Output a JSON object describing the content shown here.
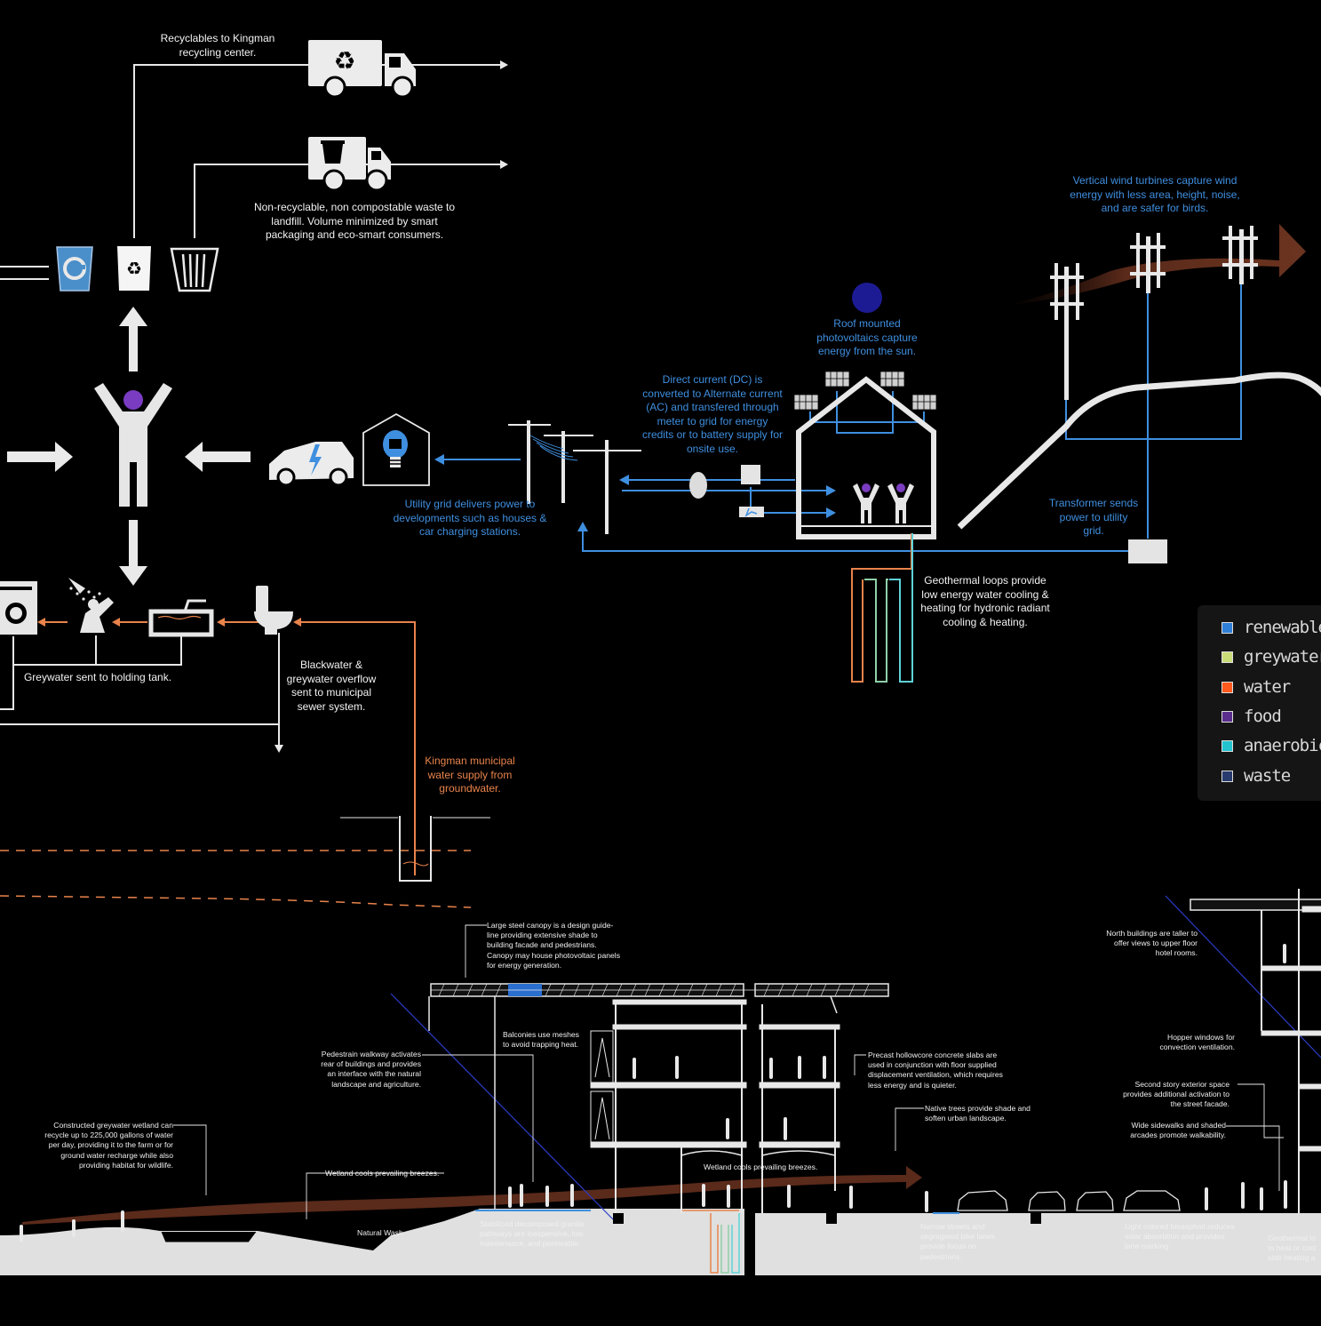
{
  "labels": {
    "recyclables": "Recyclables to Kingman recycling center.",
    "landfill": "Non-recyclable, non compostable waste to landfill. Volume minimized by smart packaging and eco-smart consumers.",
    "wind": "Vertical wind turbines capture wind energy with less area, height, noise, and are safer for birds.",
    "roof_pv": "Roof mounted photovoltaics capture energy from the sun.",
    "dc_ac": "Direct current (DC) is converted to Alternate current (AC) and transfered through meter to grid for energy credits or to battery supply for onsite use.",
    "utility_grid": "Utility grid delivers power to developments such as houses & car charging stations.",
    "transformer": "Transformer sends power to utility grid.",
    "geothermal": "Geothermal loops provide low energy water cooling & heating for hydronic radiant cooling & heating.",
    "greywater_tank": "Greywater sent to holding tank.",
    "blackwater": "Blackwater & greywater overflow sent to municipal sewer system.",
    "municipal_water": "Kingman municipal water supply from groundwater."
  },
  "section_notes": {
    "canopy": "Large steel canopy is a design guide-line providing extensive shade to building facade and pedestrians. Canopy may house photovoltaic panels for energy generation.",
    "balconies": "Balconies use meshes to avoid trapping heat.",
    "walkway": "Pedestrain walkway activates rear of buildings and provides an interface with the natural landscape and agriculture.",
    "wetland": "Constructed greywater wetland can recycle up to 225,000 gallons of water per day, providing it to the farm or for ground water recharge while also providing habitat for wildlife.",
    "wetland_cools": "Wetland cools prevailing breezes.",
    "natural_wash": "Natural Wash",
    "granite": "Stabilized decomposed granite pathways are inexpensive, low maintenance, and permeable.",
    "wetland_cools_2": "Wetland cools prevailing breezes.",
    "hollowcore": "Precast hollowcore concrete slabs are used in conjunction with floor supplied displacement ventilation, which requires less energy and is quieter.",
    "native_trees": "Native trees provide shade and soften urban landscape.",
    "narrow_streets": "Narrow streets and segregated bike lanes provide focus on pedestrians.",
    "north_buildings": "North buildings are taller to offer views to upper floor hotel rooms.",
    "hopper": "Hopper windows for convection ventilation.",
    "second_story": "Second story exterior space provides additional activation to the street facade.",
    "wide_sidewalks": "Wide sidewalks and shaded arcades promote walkability.",
    "light_asphalt": "Light colored bioasphalt reduces solar absorbtion and provides lane marking.",
    "geothermal_cut": "Geothermal lo to heat or cool slab heating a"
  },
  "legend": [
    {
      "label": "renewable",
      "color": "#2f7fd6"
    },
    {
      "label": "greywater",
      "color": "#c8dc78"
    },
    {
      "label": "water",
      "color": "#ff5a1e"
    },
    {
      "label": "food",
      "color": "#5a2d8c"
    },
    {
      "label": "anaerobic e",
      "color": "#23c4cf"
    },
    {
      "label": "waste",
      "color": "#283a6e"
    }
  ],
  "colors": {
    "renewable_line": "#3f8fe0",
    "water_line": "#e9834b",
    "geo_green": "#8fd0a8",
    "geo_cyan": "#5fd2d8",
    "person_head": "#7a3cc0",
    "sun": "#1d1b94",
    "wind_flow": "#5a2a1a",
    "ground": "#dfe0df"
  }
}
